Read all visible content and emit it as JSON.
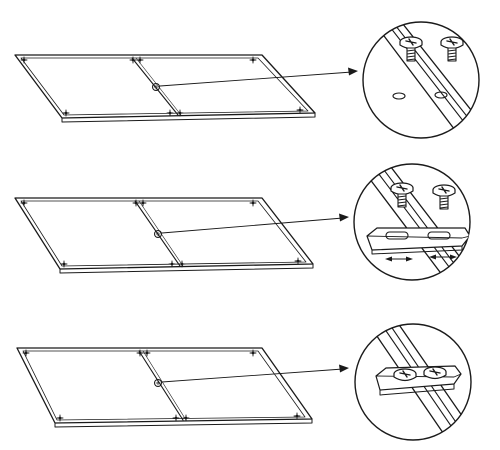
{
  "figure": {
    "steps": [
      {
        "id": "step-1",
        "detail": "two-screws-with-holes"
      },
      {
        "id": "step-2",
        "detail": "screws-above-clip-with-slide-arrows"
      },
      {
        "id": "step-3",
        "detail": "screws-fastened-into-clip"
      }
    ],
    "colors": {
      "stroke": "#1a1a1a",
      "fill": "#ffffff",
      "shade": "#dcdcdc"
    }
  }
}
